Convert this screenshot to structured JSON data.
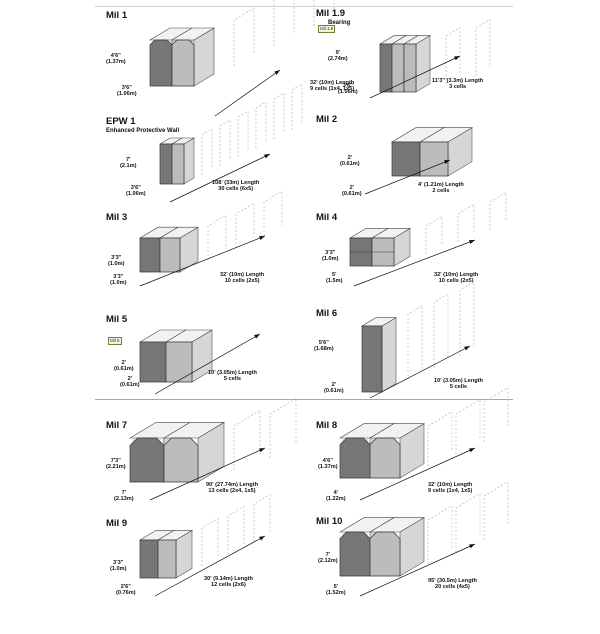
{
  "panels": [
    {
      "id": "mil1",
      "title": "Mil 1",
      "h": "4'6\"\n(1.37m)",
      "w": "3'6\"\n(1.06m)",
      "len": "32' (10m) Length\n9 cells (1x4, 1x5)"
    },
    {
      "id": "mil19",
      "title": "Mil 1.9",
      "subtitle": "Bearing",
      "tag": "Mil 1.9",
      "h": "9'\n(2.74m)",
      "w": "3'6\"\n(1.06m)",
      "len": "11'3\" (3.3m) Length\n3 cells"
    },
    {
      "id": "epw1",
      "title": "EPW 1",
      "subtitle": "Enhanced Protective Wall",
      "h": "7'\n(2.1m)",
      "w": "3'6\"\n(1.06m)",
      "len": "108' (33m) Length\n30 cells (6x5)"
    },
    {
      "id": "mil2",
      "title": "Mil 2",
      "h": "2'\n(0.61m)",
      "w": "2'\n(0.61m)",
      "len": "4' (1.21m) Length\n2 cells"
    },
    {
      "id": "mil3",
      "title": "Mil 3",
      "h": "3'3\"\n(1.0m)",
      "w": "3'3\"\n(1.0m)",
      "len": "32' (10m) Length\n10 cells (2x5)"
    },
    {
      "id": "mil4",
      "title": "Mil 4",
      "h": "3'3\"\n(1.0m)",
      "w": "5'\n(1.5m)",
      "len": "32' (10m) Length\n10 cells (2x5)"
    },
    {
      "id": "mil5",
      "title": "Mil 5",
      "tag": "Mil 5",
      "h": "2'\n(0.61m)",
      "w": "2'\n(0.61m)",
      "len": "10' (3.05m) Length\n5 cells"
    },
    {
      "id": "mil6",
      "title": "Mil 6",
      "h": "5'6\"\n(1.68m)",
      "w": "2'\n(0.61m)",
      "len": "10' (3.05m) Length\n5 cells"
    },
    {
      "id": "mil7",
      "title": "Mil 7",
      "h": "7'3\"\n(2.21m)",
      "w": "7'\n(2.13m)",
      "len": "90' (27.74m) Length\n13 cells (2x4, 1x5)"
    },
    {
      "id": "mil8",
      "title": "Mil 8",
      "h": "4'6\"\n(1.37m)",
      "w": "4'\n(1.22m)",
      "len": "32' (10m) Length\n9 cells (1x4, 1x5)"
    },
    {
      "id": "mil9",
      "title": "Mil 9",
      "h": "3'3\"\n(1.0m)",
      "w": "2'6\"\n(0.76m)",
      "len": "30' (9.14m) Length\n12 cells (2x6)"
    },
    {
      "id": "mil10",
      "title": "Mil 10",
      "h": "7'\n(2.12m)",
      "w": "5'\n(1.52m)",
      "len": "95' (30.5m) Length\n20 cells (4x5)"
    }
  ]
}
